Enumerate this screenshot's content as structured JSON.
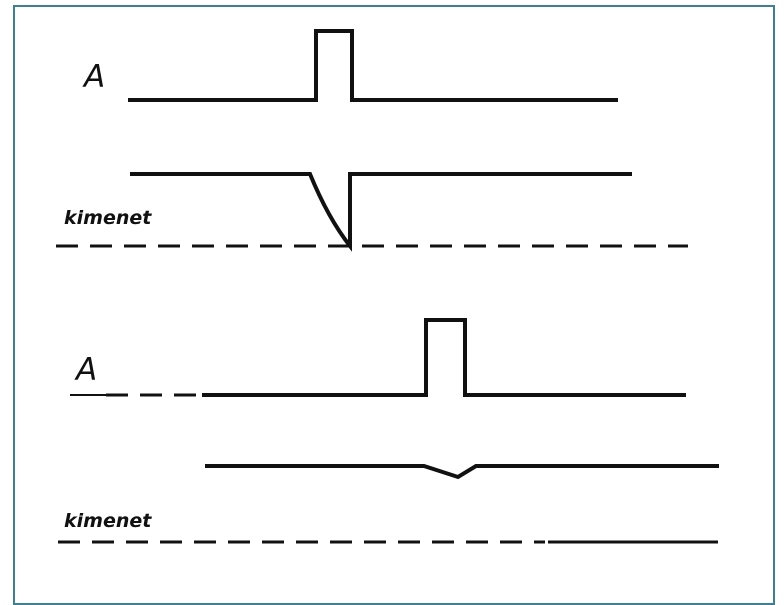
{
  "colors": {
    "frame_border": "#3f7f91",
    "ink": "#111111",
    "background": "#ffffff"
  },
  "labels": {
    "input_top": "A",
    "output_top": "kimenet",
    "input_bottom": "A",
    "output_bottom": "kimenet"
  }
}
